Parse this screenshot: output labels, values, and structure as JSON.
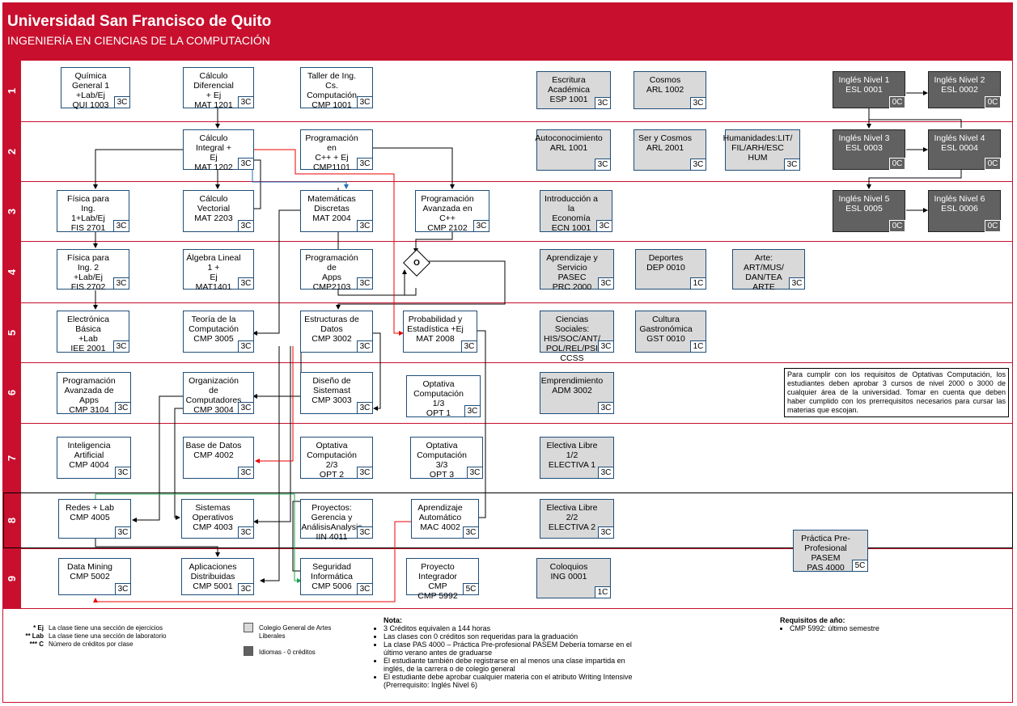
{
  "header": {
    "university": "Universidad San Francisco de Quito",
    "program": "INGENIERÍA EN CIENCIAS DE LA COMPUTACIÓN"
  },
  "rows": [
    "1",
    "2",
    "3",
    "4",
    "5",
    "6",
    "7",
    "8",
    "9"
  ],
  "courses": {
    "qui1003": {
      "text": "Química General 1\n+Lab/Ej\nQUI 1003",
      "cr": "3C"
    },
    "mat1201": {
      "text": "Cálculo Diferencial\n+ Ej\nMAT 1201",
      "cr": "3C"
    },
    "cmp1001": {
      "text": "Taller de Ing. Cs.\nComputación\nCMP 1001",
      "cr": "3C"
    },
    "esp1001": {
      "text": "Escritura\nAcadémica\nESP 1001",
      "cr": "3C"
    },
    "arl1002": {
      "text": "Cosmos\nARL 1002",
      "cr": "3C"
    },
    "esl0001": {
      "text": "Inglés Nivel 1\nESL 0001",
      "cr": "0C"
    },
    "esl0002": {
      "text": "Inglés Nivel 2\nESL 0002",
      "cr": "0C"
    },
    "mat1202": {
      "text": "Cálculo Integral +\nEj\nMAT 1202",
      "cr": "3C"
    },
    "cmp1101": {
      "text": "Programación en\nC++ + Ej\nCMP1101",
      "cr": "3C"
    },
    "arl1001": {
      "text": "Autoconocimiento\nARL 1001",
      "cr": "3C"
    },
    "arl2001": {
      "text": "Ser y Cosmos\nARL 2001",
      "cr": "3C"
    },
    "hum": {
      "text": "Humanidades:LIT/\nFIL/ARH/ESC\nHUM",
      "cr": "3C"
    },
    "esl0003": {
      "text": "Inglés Nivel 3\nESL 0003",
      "cr": "0C"
    },
    "esl0004": {
      "text": "Inglés Nivel 4\nESL 0004",
      "cr": "0C"
    },
    "fis2701": {
      "text": "Física para Ing.\n1+Lab/Ej\nFIS 2701",
      "cr": "3C"
    },
    "mat2203": {
      "text": "Cálculo Vectorial\nMAT 2203",
      "cr": "3C"
    },
    "mat2004": {
      "text": "Matemáticas\nDiscretas\nMAT 2004",
      "cr": "3C"
    },
    "cmp2102": {
      "text": "Programación\nAvanzada en C++\nCMP 2102",
      "cr": "3C"
    },
    "ecn1001": {
      "text": "Introducción a la\nEconomía\nECN 1001",
      "cr": "3C"
    },
    "esl0005": {
      "text": "Inglés Nivel 5\nESL 0005",
      "cr": "0C"
    },
    "esl0006": {
      "text": "Inglés Nivel 6\nESL 0006",
      "cr": "0C"
    },
    "fis2702": {
      "text": "Física para Ing. 2\n+Lab/Ej\nFIS 2702",
      "cr": "3C"
    },
    "mat1401": {
      "text": "Álgebra Lineal 1 +\nEj\nMAT1401",
      "cr": "3C"
    },
    "cmp2103": {
      "text": "Programación de\nApps\nCMP2103",
      "cr": "3C"
    },
    "prc2000": {
      "text": "Aprendizaje y\nServicio PASEC\nPRC 2000",
      "cr": "3C"
    },
    "dep0010": {
      "text": "Deportes\nDEP 0010",
      "cr": "1C"
    },
    "arte": {
      "text": "Arte: ART/MUS/\nDAN/TEA\nARTE",
      "cr": "3C"
    },
    "iee2001": {
      "text": "Electrónica Básica\n+Lab\nIEE 2001",
      "cr": "3C"
    },
    "cmp3005": {
      "text": "Teoría de la\nComputación\nCMP 3005",
      "cr": "3C"
    },
    "cmp3002": {
      "text": "Estructuras de\nDatos\nCMP 3002",
      "cr": "3C"
    },
    "mat2008": {
      "text": "Probabilidad y\nEstadística +Ej\nMAT 2008",
      "cr": "3C"
    },
    "ccss": {
      "text": "Ciencias Sociales:\nHIS/SOC/ANT/\nPOL/REL/PSI\nCCSS",
      "cr": "3C"
    },
    "gst0010": {
      "text": "Cultura\nGastronómica\nGST 0010",
      "cr": "1C"
    },
    "cmp3104": {
      "text": "Programación\nAvanzada de Apps\nCMP 3104",
      "cr": "3C"
    },
    "cmp3004": {
      "text": "Organización de\nComputadores\nCMP 3004",
      "cr": "3C"
    },
    "cmp3003": {
      "text": "Diseño de\nSistemast\nCMP 3003",
      "cr": "3C"
    },
    "opt1": {
      "text": "Optativa\nComputación 1/3\nOPT 1",
      "cr": "3C"
    },
    "adm3002": {
      "text": "Emprendimiento\nADM 3002",
      "cr": "3C"
    },
    "cmp4004": {
      "text": "Inteligencia\nArtificial\nCMP 4004",
      "cr": "3C"
    },
    "cmp4002": {
      "text": "Base de Datos\nCMP 4002",
      "cr": "3C"
    },
    "opt2": {
      "text": "Optativa\nComputación 2/3\nOPT 2",
      "cr": "3C"
    },
    "opt3": {
      "text": "Optativa\nComputación 3/3\nOPT 3",
      "cr": "3C"
    },
    "electiva1": {
      "text": "Electiva Libre 1/2\nELECTIVA 1",
      "cr": "3C"
    },
    "cmp4005": {
      "text": "Redes + Lab\nCMP 4005",
      "cr": "3C"
    },
    "cmp4003": {
      "text": "Sistemas\nOperativos\nCMP 4003",
      "cr": "3C"
    },
    "iin4011": {
      "text": "Proyectos:\nGerencia y\nAnálisisAnalysis\nIIN 4011",
      "cr": "3C"
    },
    "mac4002": {
      "text": "Aprendizaje\nAutomático\nMAC 4002",
      "cr": "3C"
    },
    "electiva2": {
      "text": "Electiva Libre 2/2\nELECTIVA 2",
      "cr": "3C"
    },
    "pas4000": {
      "text": "Práctica Pre-\nProfesional PASEM\nPAS 4000",
      "cr": "5C"
    },
    "cmp5002": {
      "text": "Data Mining\nCMP 5002",
      "cr": "3C"
    },
    "cmp5001": {
      "text": "Aplicaciones\nDistribuidas\nCMP 5001",
      "cr": "3C"
    },
    "cmp5006": {
      "text": "Seguridad\nInformática\nCMP 5006",
      "cr": "3C"
    },
    "cmp5992": {
      "text": "Proyecto\nIntegrador CMP\nCMP 5992",
      "cr": "5C"
    },
    "ing0001": {
      "text": "Coloquios\nING 0001",
      "cr": "1C"
    }
  },
  "diamond": "O",
  "note6": "Para cumplir con los requisitos de Optativas Computación, los estudiantes deben aprobar 3 cursos de nivel 2000 o 3000 de cualquier área de la universidad. Tomar en cuenta que deben haber cumplido con los prerrequisitos necesarios para cursar las materias que escojan.",
  "legend": {
    "ej_key": "* Ej",
    "ej": "La clase tiene una sección de ejercicios",
    "lab_key": "** Lab",
    "lab": "La clase tiene una sección de laboratorio",
    "c_key": "*** C",
    "c": "Número de créditos por clase",
    "gray": "Colegio General de Artes Liberales",
    "dark": "Idiomas - 0 créditos"
  },
  "notes": {
    "title": "Nota:",
    "items": [
      "3 Créditos equivalen a 144 horas",
      "Las clases con 0 créditos son requeridas para la graduación",
      "La clase PAS 4000 – Práctica Pre-profesional PASEM Debería tomarse en el último verano antes de graduarse",
      "El estudiante también debe registrarse en al menos una clase impartida en inglés, de la carrera o de colegio general",
      "El estudiante debe aprobar cualquier materia con el atributo Writing Intensive (Prerrequisito: Inglés Nivel 6)"
    ]
  },
  "requisitos": {
    "title": "Requisitos de año:",
    "items": [
      "CMP 5992: último semestre"
    ]
  },
  "colors": {
    "brand": "#c8102e",
    "gray_box": "#d9d9d9",
    "dark_box": "#616161",
    "box_border": "#1f4e79"
  }
}
